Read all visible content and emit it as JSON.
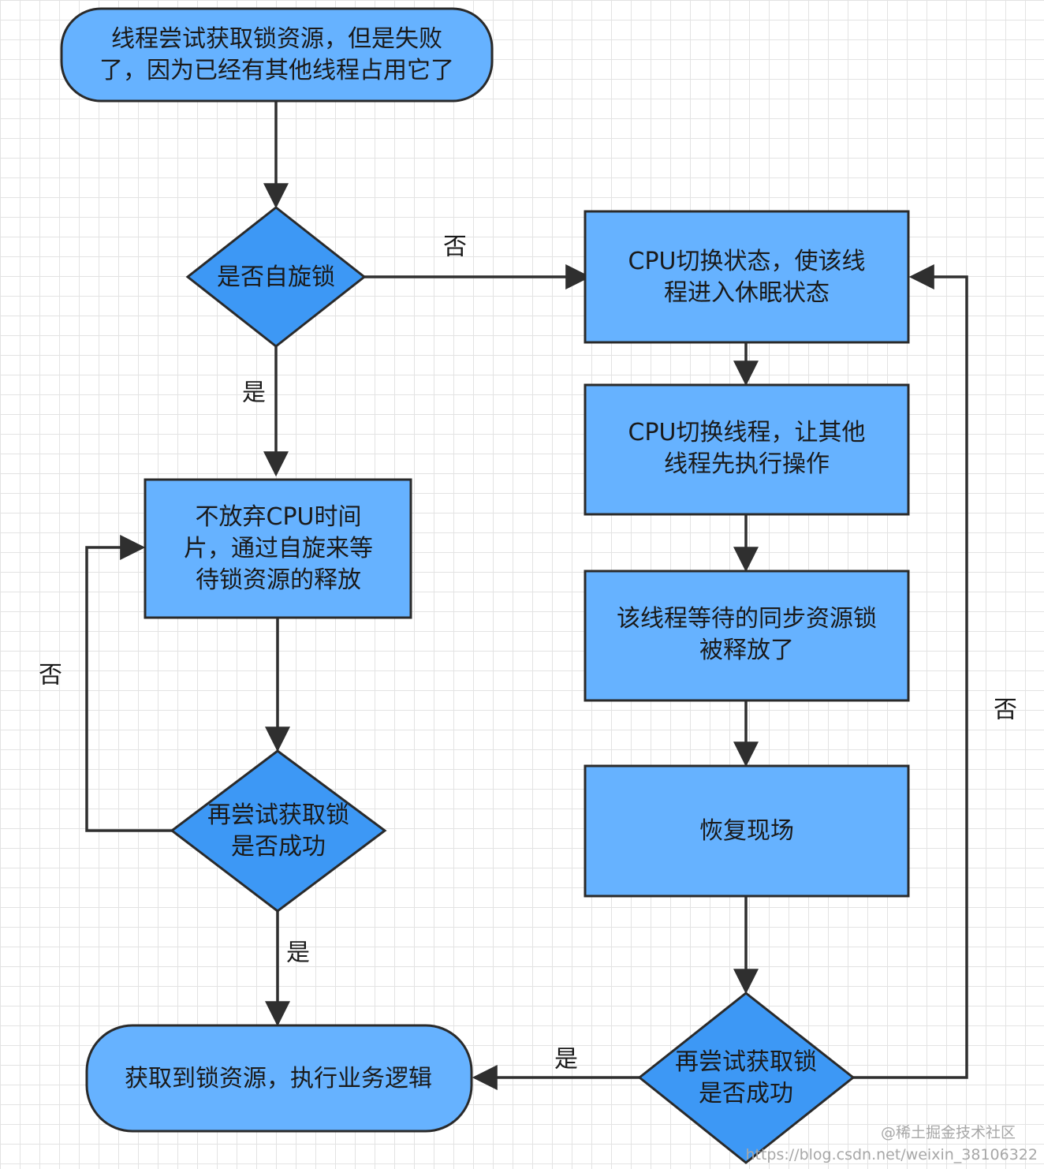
{
  "diagram": {
    "nodes": {
      "start": [
        "线程尝试获取锁资源，但是失败",
        "了，因为已经有其他线程占用它了"
      ],
      "is_spin": [
        "是否自旋锁"
      ],
      "spin_wait": [
        "不放弃CPU时间",
        "片，通过自旋来等",
        "待锁资源的释放"
      ],
      "retry_left": [
        "再尝试获取锁",
        "是否成功"
      ],
      "acquired": [
        "获取到锁资源，执行业务逻辑"
      ],
      "cpu_sleep": [
        "CPU切换状态，使该线",
        "程进入休眠状态"
      ],
      "cpu_switch": [
        "CPU切换线程，让其他",
        "线程先执行操作"
      ],
      "lock_released": [
        "该线程等待的同步资源锁",
        "被释放了"
      ],
      "restore": [
        "恢复现场"
      ],
      "retry_right": [
        "再尝试获取锁",
        "是否成功"
      ]
    },
    "edge_labels": {
      "spin_no": "否",
      "spin_yes": "是",
      "left_no": "否",
      "left_yes": "是",
      "right_no": "否",
      "right_yes": "是"
    }
  },
  "watermark": {
    "brand": "@稀土掘金技术社区",
    "url": "https://blog.csdn.net/weixin_38106322"
  }
}
